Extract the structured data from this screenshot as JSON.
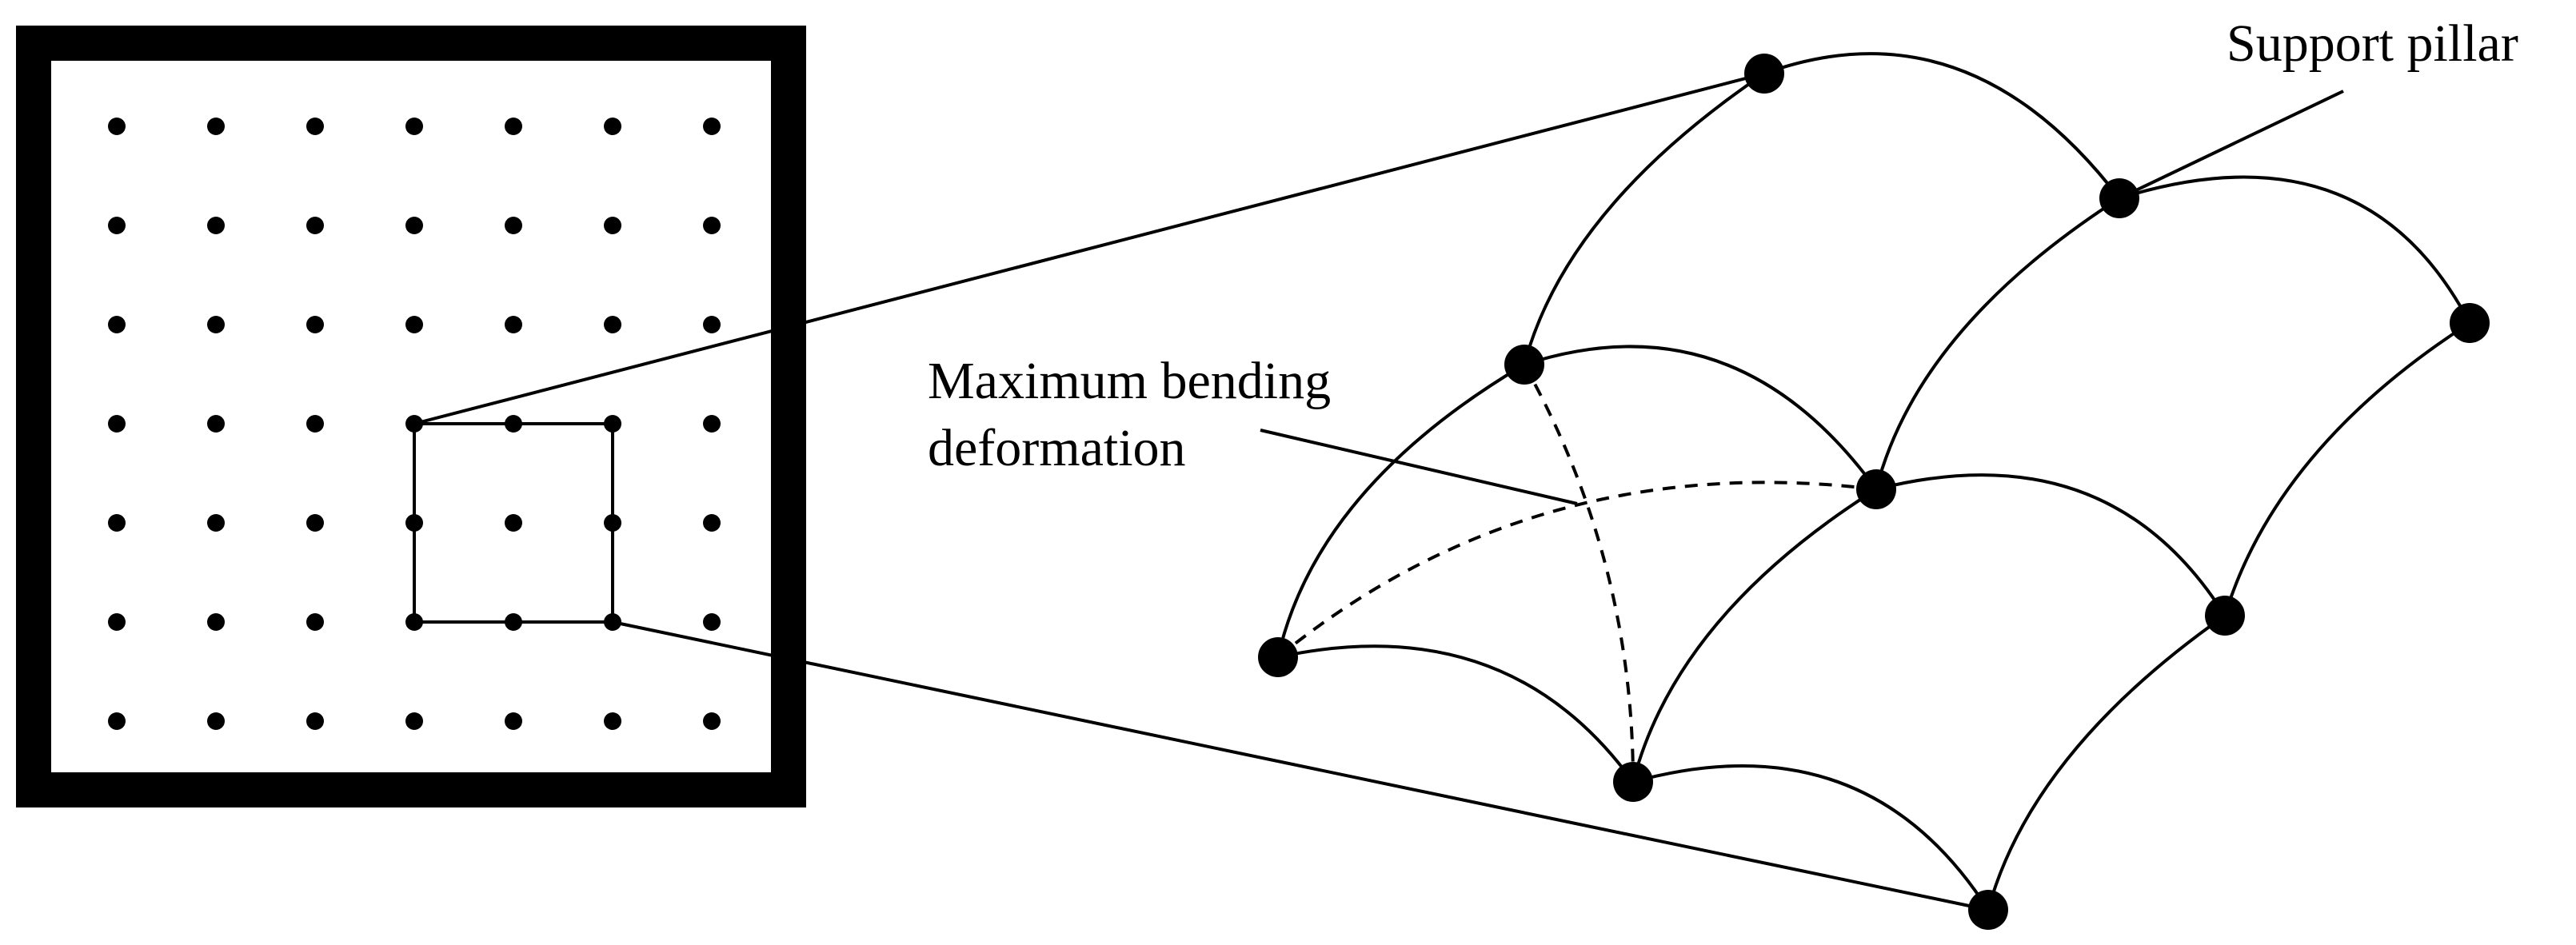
{
  "labels": {
    "support_pillar": "Support pillar",
    "max_bending_line1": "Maximum bending",
    "max_bending_line2": "deformation"
  },
  "grid": {
    "rows": 7,
    "cols": 7
  },
  "colors": {
    "ink": "#000000",
    "background": "#ffffff"
  }
}
